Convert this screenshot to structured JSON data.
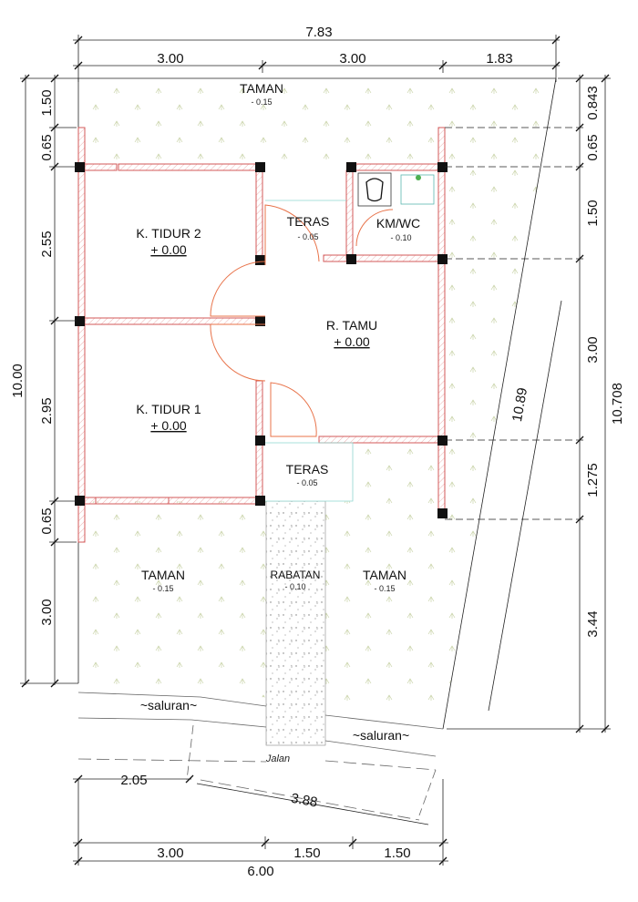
{
  "dimensions": {
    "top_total": "7.83",
    "top_a": "3.00",
    "top_b": "3.00",
    "top_c": "1.83",
    "left_total": "10.00",
    "left_a": "1.50",
    "left_b": "0.65",
    "left_c": "2.55",
    "left_d": "2.95",
    "left_e": "0.65",
    "left_f": "3.00",
    "right_a": "0.843",
    "right_b": "0.65",
    "right_c": "1.50",
    "right_d": "3.00",
    "right_e": "1.275",
    "right_f": "3.44",
    "right_total": "10.708",
    "diagonal": "10.89",
    "bottom_a": "3.00",
    "bottom_b": "1.50",
    "bottom_c": "1.50",
    "bottom_total": "6.00",
    "road_left": "2.05",
    "road_diag": "3.88"
  },
  "rooms": {
    "taman_top": {
      "name": "TAMAN",
      "level": "- 0.15"
    },
    "tidur2": {
      "name": "K. TIDUR 2",
      "level": "+ 0.00"
    },
    "tidur1": {
      "name": "K. TIDUR 1",
      "level": "+ 0.00"
    },
    "teras_top": {
      "name": "TERAS",
      "level": "- 0.05"
    },
    "kmwc": {
      "name": "KM/WC",
      "level": "- 0.10"
    },
    "tamu": {
      "name": "R. TAMU",
      "level": "+ 0.00"
    },
    "teras_bottom": {
      "name": "TERAS",
      "level": "- 0.05"
    },
    "taman_left": {
      "name": "TAMAN",
      "level": "- 0.15"
    },
    "rabatan": {
      "name": "RABATAN",
      "level": "- 0.10"
    },
    "taman_right": {
      "name": "TAMAN",
      "level": "- 0.15"
    }
  },
  "labels": {
    "saluran_left": "~saluran~",
    "saluran_right": "~saluran~",
    "jalan": "Jalan"
  }
}
